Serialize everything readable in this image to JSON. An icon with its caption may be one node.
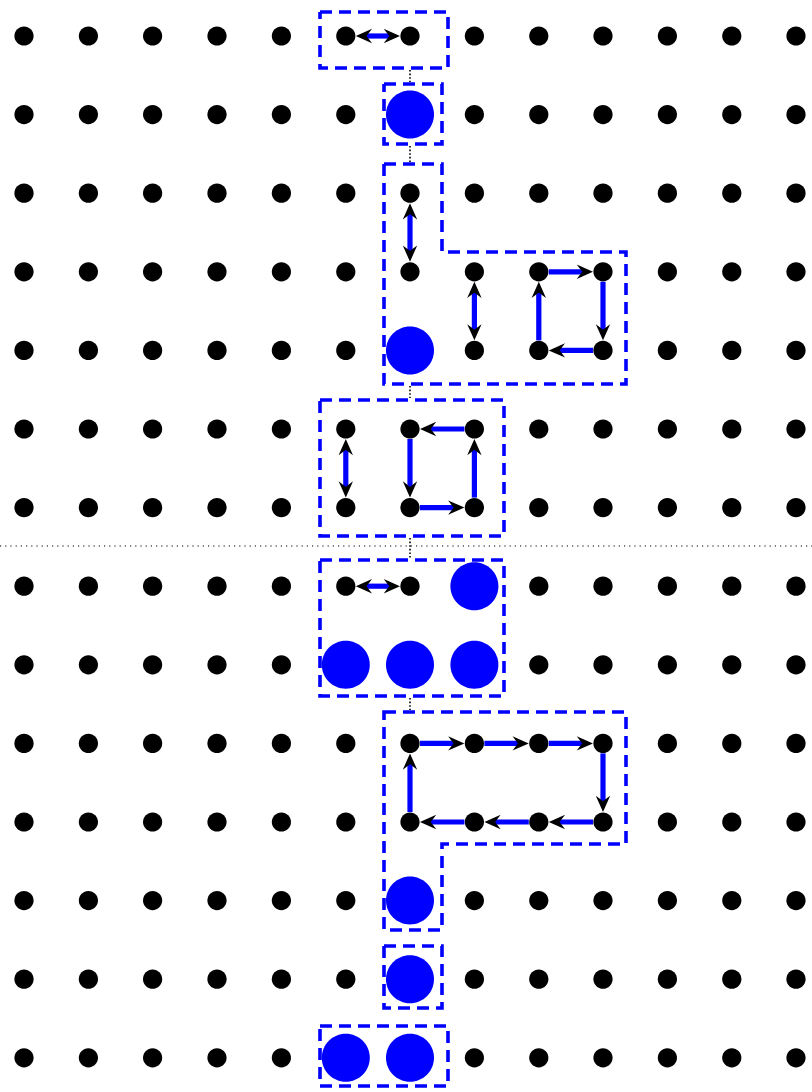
{
  "diagram": {
    "nodes": [
      {
        "text": [],
        "shape": "box"
      },
      {
        "text": [],
        "shape": "dot",
        "in": 0
      },
      {
        "text": [],
        "shape": "dot",
        "in": 0
      },
      {
        "text": [],
        "shape": "box"
      },
      {
        "text": [],
        "shape": "circle",
        "in": 3
      },
      {
        "text": [],
        "shape": "box"
      },
      {
        "text": [],
        "shape": "dot",
        "in": 5
      },
      {
        "text": [],
        "shape": "dot",
        "in": 5
      },
      {
        "text": [],
        "shape": "dot",
        "in": 5
      },
      {
        "text": [],
        "shape": "dot",
        "in": 5
      },
      {
        "text": [],
        "shape": "dot",
        "in": 5
      },
      {
        "text": [],
        "shape": "circle",
        "in": 5
      },
      {
        "text": [],
        "shape": "dot",
        "in": 5
      },
      {
        "text": [],
        "shape": "dot",
        "in": 5
      },
      {
        "text": [],
        "shape": "dot",
        "in": 5
      },
      {
        "text": [],
        "shape": "box"
      },
      {
        "text": [],
        "shape": "dot",
        "in": 15
      },
      {
        "text": [],
        "shape": "dot",
        "in": 15
      },
      {
        "text": [],
        "shape": "dot",
        "in": 15
      },
      {
        "text": [],
        "shape": "dot",
        "in": 15
      },
      {
        "text": [],
        "shape": "dot",
        "in": 15
      },
      {
        "text": [],
        "shape": "dot",
        "in": 15
      },
      {
        "text": [],
        "shape": "box"
      },
      {
        "text": [],
        "shape": "dot",
        "in": 22
      },
      {
        "text": [],
        "shape": "dot",
        "in": 22
      },
      {
        "text": [],
        "shape": "circle",
        "in": 22
      },
      {
        "text": [],
        "shape": "circle",
        "in": 22
      },
      {
        "text": [],
        "shape": "circle",
        "in": 22
      },
      {
        "text": [],
        "shape": "circle",
        "in": 22
      },
      {
        "text": [],
        "shape": "box"
      },
      {
        "text": [],
        "shape": "dot",
        "in": 29
      },
      {
        "text": [],
        "shape": "dot",
        "in": 29
      },
      {
        "text": [],
        "shape": "dot",
        "in": 29
      },
      {
        "text": [],
        "shape": "dot",
        "in": 29
      },
      {
        "text": [],
        "shape": "dot",
        "in": 29
      },
      {
        "text": [],
        "shape": "dot",
        "in": 29
      },
      {
        "text": [],
        "shape": "dot",
        "in": 29
      },
      {
        "text": [],
        "shape": "dot",
        "in": 29
      },
      {
        "text": [],
        "shape": "circle",
        "in": 29
      },
      {
        "text": [],
        "shape": "box"
      },
      {
        "text": [],
        "shape": "circle",
        "in": 39
      },
      {
        "text": [],
        "shape": "box"
      },
      {
        "text": [],
        "shape": "circle",
        "in": 41
      },
      {
        "text": [],
        "shape": "circle",
        "in": 41
      }
    ],
    "edges": [
      {
        "from": 1,
        "to": 2,
        "arrow": "both"
      },
      {
        "from": 6,
        "to": 7,
        "arrow": "both"
      },
      {
        "from": 8,
        "to": 12,
        "arrow": "both"
      },
      {
        "from": 9,
        "to": 10,
        "arrow": "to"
      },
      {
        "from": 10,
        "to": 14,
        "arrow": "to"
      },
      {
        "from": 14,
        "to": 13,
        "arrow": "to"
      },
      {
        "from": 13,
        "to": 9,
        "arrow": "to"
      },
      {
        "from": 16,
        "to": 19,
        "arrow": "both"
      },
      {
        "from": 18,
        "to": 17,
        "arrow": "to"
      },
      {
        "from": 17,
        "to": 20,
        "arrow": "to"
      },
      {
        "from": 20,
        "to": 21,
        "arrow": "to"
      },
      {
        "from": 21,
        "to": 18,
        "arrow": "to"
      },
      {
        "from": 23,
        "to": 24,
        "arrow": "both"
      },
      {
        "from": 30,
        "to": 31,
        "arrow": "to"
      },
      {
        "from": 31,
        "to": 32,
        "arrow": "to"
      },
      {
        "from": 32,
        "to": 33,
        "arrow": "to"
      },
      {
        "from": 33,
        "to": 37,
        "arrow": "to"
      },
      {
        "from": 37,
        "to": 36,
        "arrow": "to"
      },
      {
        "from": 36,
        "to": 35,
        "arrow": "to"
      },
      {
        "from": 35,
        "to": 34,
        "arrow": "to"
      },
      {
        "from": 34,
        "to": 30,
        "arrow": "to"
      }
    ]
  }
}
